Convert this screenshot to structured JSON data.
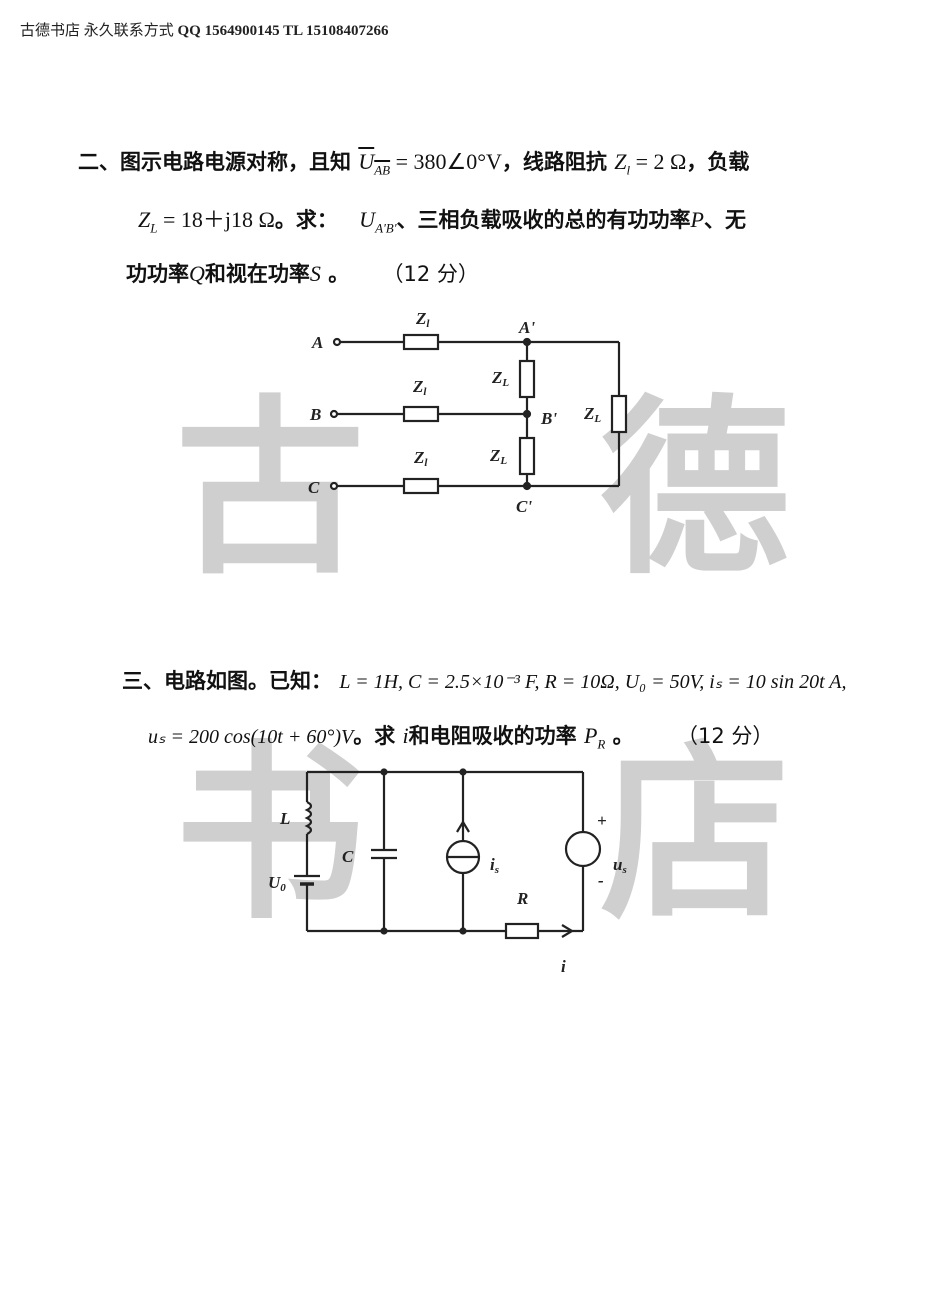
{
  "header": {
    "shop": "古德书店 永久联系方式",
    "contact": "QQ 1564900145  TL 15108407266"
  },
  "watermark": [
    "古",
    "德",
    "书",
    "店"
  ],
  "problem2": {
    "number": "二、",
    "line1_text": "图示电路电源对称，且知",
    "U_AB_symbol": "U",
    "U_AB_sub": "AB",
    "U_AB_value": " = 380∠0°V",
    "line1_mid": "，线路阻抗",
    "Zl_symbol": "Z",
    "Zl_sub": "l",
    "Zl_value": " = 2 Ω",
    "line1_end": "，负载",
    "ZL_symbol": "Z",
    "ZL_sub": "L",
    "ZL_value": " = 18＋j18 Ω",
    "line2_text": "。求：",
    "U_ApBp_symbol": "U",
    "U_ApBp_sub": "A'B'",
    "line2_end": "、三相负载吸收的总的有功功率",
    "P_symbol": "P",
    "line2_tail": "、无",
    "line3_text": "功功率",
    "Q_symbol": "Q",
    "line3_mid": "和视在功率",
    "S_symbol": "S",
    "line3_end": " 。",
    "points": "（12 分）",
    "circuit": {
      "terminals": [
        "A",
        "B",
        "C"
      ],
      "nodes": [
        "A'",
        "B'",
        "C'"
      ],
      "line_impedance_label": "Z",
      "line_impedance_sub": "l",
      "load_impedance_label": "Z",
      "load_impedance_sub": "L"
    }
  },
  "problem3": {
    "number": "三、",
    "line1_text": "电路如图。已知：",
    "line1_values": "L = 1H, C = 2.5×10⁻³ F, R = 10Ω, U₀ = 50V, iₛ = 10 sin 20t A,",
    "line2_values": "uₛ = 200 cos(10t + 60°)V",
    "line2_text": "。求",
    "i_symbol": "i",
    "line2_mid": "和电阻吸收的功率",
    "PR_symbol": "P",
    "PR_sub": "R",
    "line2_end": " 。",
    "points": "（12 分）",
    "circuit": {
      "L": "L",
      "C": "C",
      "U0": "U",
      "U0_sub": "0",
      "is": "i",
      "is_sub": "s",
      "us": "u",
      "us_sub": "s",
      "R": "R",
      "i": "i",
      "plus": "+",
      "minus": "-"
    }
  }
}
